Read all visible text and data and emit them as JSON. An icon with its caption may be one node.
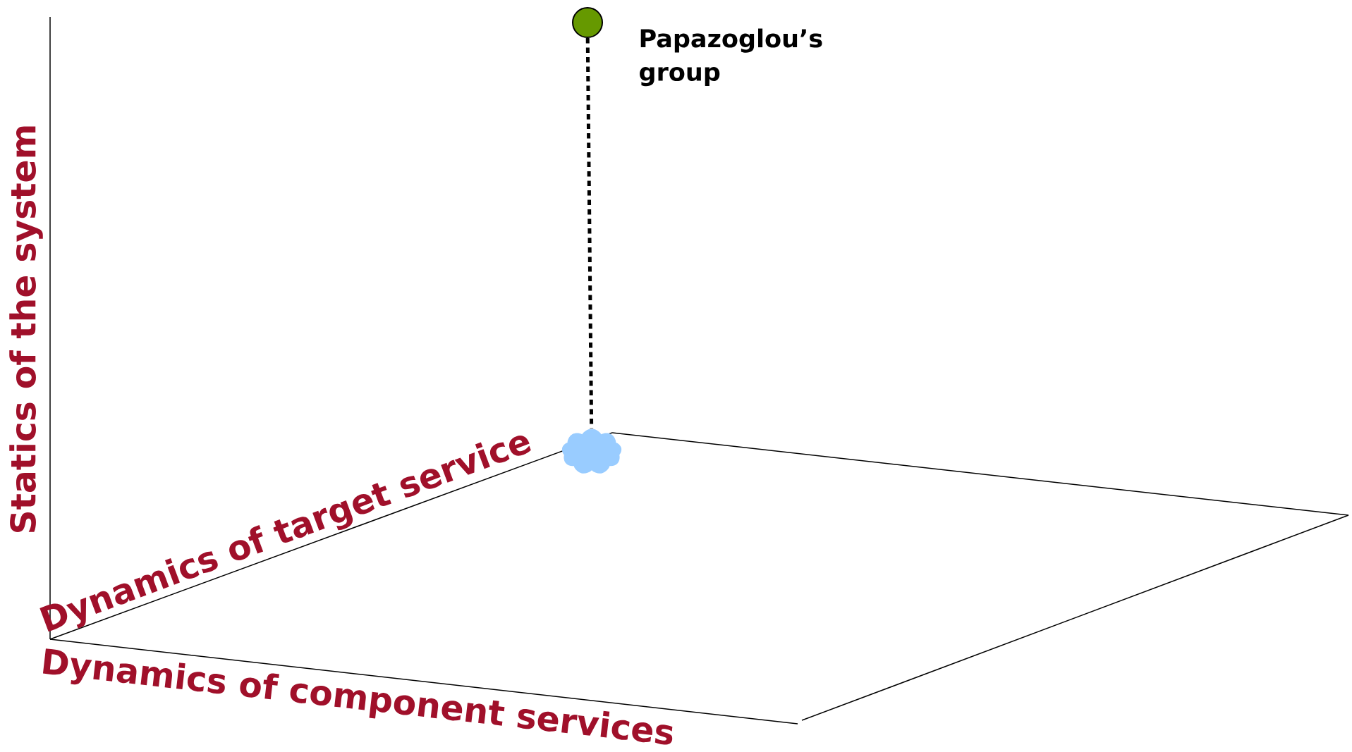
{
  "diagram": {
    "nodes": [
      {
        "text": [],
        "shape": "circle",
        "beside": [
          "Papazoglou’s group"
        ]
      },
      {
        "text": [],
        "shape": "cloud"
      }
    ],
    "edges": [
      {
        "from": 0,
        "to": 1,
        "arrow": "none",
        "style": "dashed"
      }
    ],
    "labels": [
      "Statics of the system",
      "Dynamics of target service",
      "Dynamics of component services"
    ]
  }
}
